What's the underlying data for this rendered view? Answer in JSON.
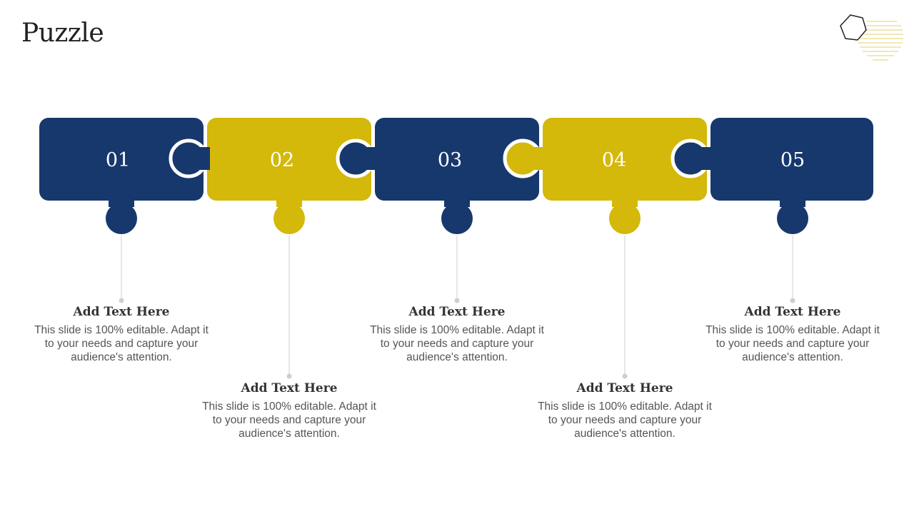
{
  "title": "Puzzle",
  "colors": {
    "navy": "#17386d",
    "gold": "#d4b80a",
    "connector": "#cfcfcf"
  },
  "pieces": [
    {
      "number": "01",
      "color": "navy"
    },
    {
      "number": "02",
      "color": "gold"
    },
    {
      "number": "03",
      "color": "navy"
    },
    {
      "number": "04",
      "color": "gold"
    },
    {
      "number": "05",
      "color": "navy"
    }
  ],
  "items": [
    {
      "heading": "Add Text Here",
      "body": "This slide is 100% editable. Adapt it to your needs and capture your audience's attention."
    },
    {
      "heading": "Add Text Here",
      "body": "This slide is 100% editable. Adapt it to your needs and capture your audience's attention."
    },
    {
      "heading": "Add Text Here",
      "body": "This slide is 100% editable. Adapt it to your needs and capture your audience's attention."
    },
    {
      "heading": "Add Text Here",
      "body": "This slide is 100% editable. Adapt it to your needs and capture your audience's attention."
    },
    {
      "heading": "Add Text Here",
      "body": "This slide is 100% editable. Adapt it to your needs and capture your audience's attention."
    }
  ]
}
